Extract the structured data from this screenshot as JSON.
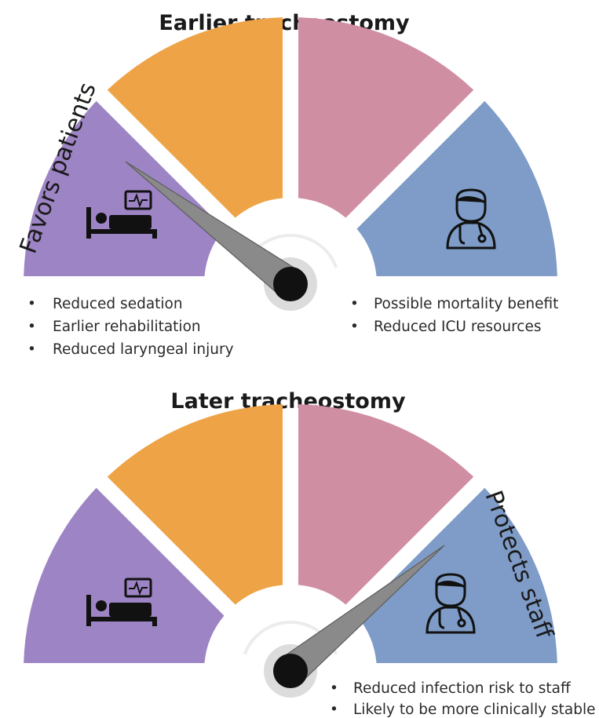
{
  "top_gauge": {
    "title": "Earlier tracheostomy",
    "side_label": "Favors patients",
    "left_icon": "patient-bed-monitor-icon",
    "right_icon": "doctor-stethoscope-icon",
    "left_bullets": [
      "Reduced sedation",
      "Earlier rehabilitation",
      "Reduced laryngeal injury"
    ],
    "right_bullets": [
      "Possible mortality benefit",
      "Reduced ICU resources"
    ]
  },
  "bottom_gauge": {
    "title": "Later tracheostomy",
    "side_label": "Protects staff",
    "left_icon": "patient-bed-monitor-icon",
    "right_icon": "doctor-stethoscope-icon",
    "bullets": [
      "Reduced infection risk to staff",
      "Likely to be more clinically stable"
    ]
  },
  "colors": {
    "purple": "#9d84c4",
    "orange": "#eea347",
    "pink": "#d08ea3",
    "blue": "#7e9cc7",
    "needle": "#8a8a8a",
    "hub": "#111111"
  }
}
